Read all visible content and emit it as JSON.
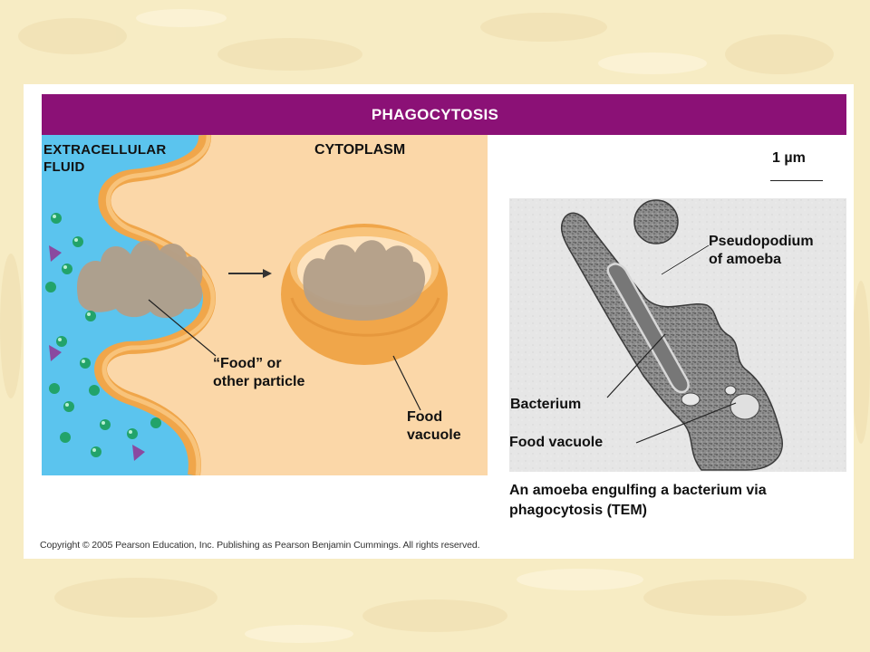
{
  "slide": {
    "title": "PHAGOCYTOSIS",
    "labels": {
      "extracellular": "EXTRACELLULAR\nFLUID",
      "cytoplasm": "CYTOPLASM",
      "food_particle": "“Food” or\nother particle",
      "food_vacuole_left": "Food\nvacuole",
      "scale": "1 µm",
      "pseudopodium": "Pseudopodium\nof amoeba",
      "bacterium": "Bacterium",
      "food_vacuole_right": "Food vacuole"
    },
    "caption": "An amoeba engulfing a bacterium via phagocytosis (TEM)",
    "copyright": "Copyright © 2005 Pearson Education, Inc. Publishing as Pearson Benjamin Cummings. All rights reserved."
  },
  "colors": {
    "title_bar": "#8b1176",
    "extracellular_fluid": "#5bc4ee",
    "cytoplasm": "#fbd7a8",
    "membrane": "#f0a64a",
    "particle": "#b29e88",
    "molecule_green": "#22a36a",
    "molecule_purple": "#8a4aa0"
  }
}
